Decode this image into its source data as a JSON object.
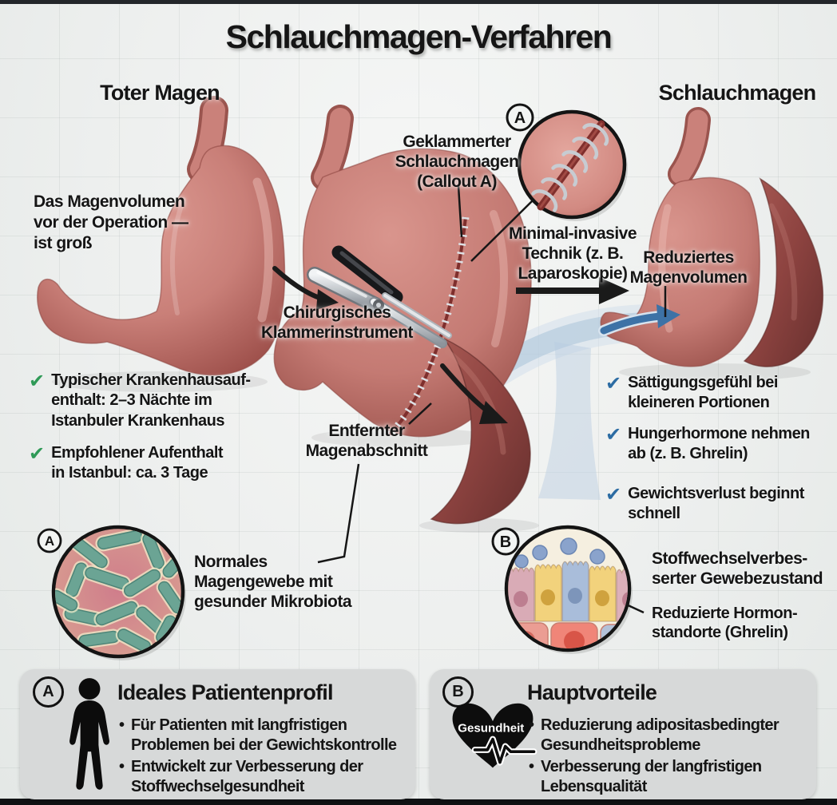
{
  "title": "Schlauchmagen-Verfahren",
  "headings": {
    "left": "Toter Magen",
    "right": "Schlauchmagen"
  },
  "labels": {
    "stomach_volume": "Das Magenvolumen\nvor der Operation —\nist groß",
    "stapler": "Chirurgisches\nKlammerinstrument",
    "stapled_sleeve": "Geklammerter\nSchlauchmagen\n(Callout A)",
    "minimally_invasive": "Minimal-invasive\nTechnik (z. B.\nLaparoskopie)",
    "reduced_volume": "Reduziertes\nMagenvolumen",
    "removed_section": "Entfernter\nMagenabschnitt",
    "normal_tissue": "Normales\nMagengewebe mit\ngesunder Mikrobiota",
    "improved_tissue": "Stoffwechselverbes-\nserter Gewebezustand",
    "reduced_hormones": "Reduzierte Hormon-\nstandorte (Ghrelin)"
  },
  "checklist_left": {
    "check_color": "#2f9a57",
    "items": [
      "Typischer Krankenhausauf-\nenthalt: 2–3 Nächte im\nIstanbuler Krankenhaus",
      "Empfohlener Aufenthalt\nin Istanbul: ca. 3 Tage"
    ]
  },
  "checklist_right": {
    "check_color": "#2c6ca3",
    "items": [
      "Sättigungsgefühl bei\nkleineren Portionen",
      "Hungerhormone nehmen\nab (z. B. Ghrelin)",
      "Gewichtsverlust beginnt\nschnell"
    ]
  },
  "callouts": {
    "a": "A",
    "b": "B"
  },
  "icons": {
    "check": "✔",
    "bullet": "•"
  },
  "panels": [
    {
      "badge": "A",
      "icon": "person-silhouette",
      "heading": "Ideales Patientenprofil",
      "bullets": [
        "Für Patienten mit langfristigen\nProblemen bei der Gewichtskontrolle",
        "Entwickelt zur Verbesserung der\nStoffwechselgesundheit"
      ]
    },
    {
      "badge": "B",
      "icon": "health-heart",
      "heart_label": "Gesundheit",
      "heading": "Hauptvorteile",
      "bullets": [
        "Reduzierung adipositasbedingter\nGesundheitsprobleme",
        "Verbesserung der langfristigen\nLebensqualität"
      ]
    }
  ],
  "colors": {
    "background": "#edefee",
    "panel": "#d7d9d9",
    "stomach": "#c4736d",
    "removed_tissue": "#96504c",
    "check_green": "#2f9a57",
    "check_blue": "#2c6ca3",
    "flow_blue": "#3d72a6"
  }
}
